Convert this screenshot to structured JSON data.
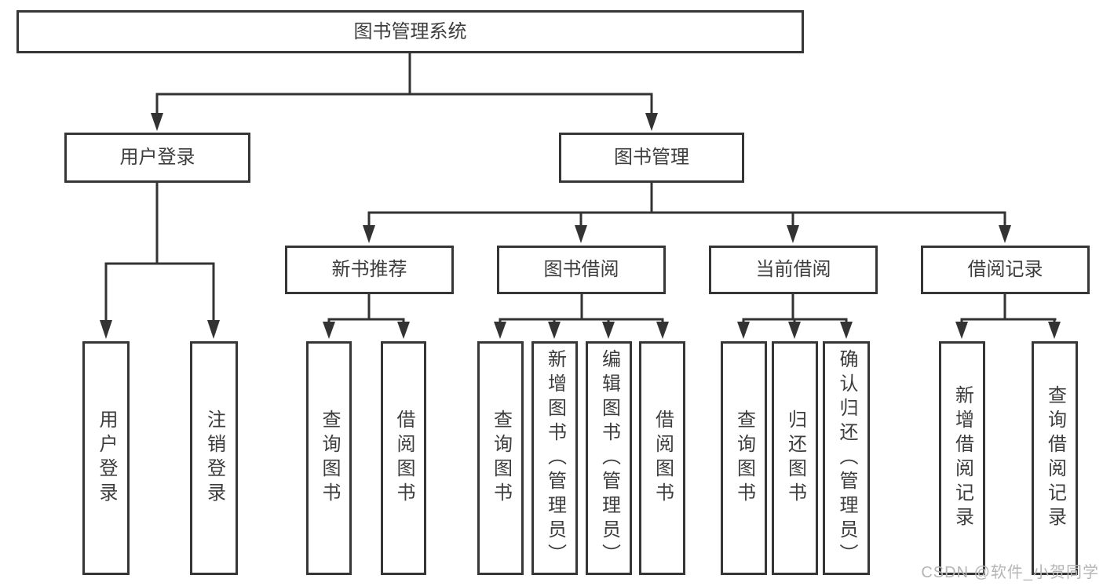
{
  "nodes": {
    "root": "图书管理系统",
    "level2": {
      "user_login": "用户登录",
      "book_mgmt": "图书管理"
    },
    "level3": {
      "new_book": "新书推荐",
      "book_borrow": "图书借阅",
      "current_borrow": "当前借阅",
      "borrow_records": "借阅记录"
    },
    "leaves": {
      "user_login": [
        "用户登录",
        "注销登录"
      ],
      "new_book": [
        "查询图书",
        "借阅图书"
      ],
      "book_borrow": [
        "查询图书",
        "新增图书（管理员）",
        "编辑图书（管理员）",
        "借阅图书"
      ],
      "current_borrow": [
        "查询图书",
        "归还图书",
        "确认归还（管理员）"
      ],
      "borrow_records": [
        "新增借阅记录",
        "查询借阅记录"
      ]
    }
  },
  "watermark": "CSDN @软件_小贺同学",
  "colors": {
    "line": "#333333",
    "box_border": "#363636",
    "text": "#3d3d3d",
    "watermark_text": "#b5b5b5",
    "background": "#ffffff"
  }
}
